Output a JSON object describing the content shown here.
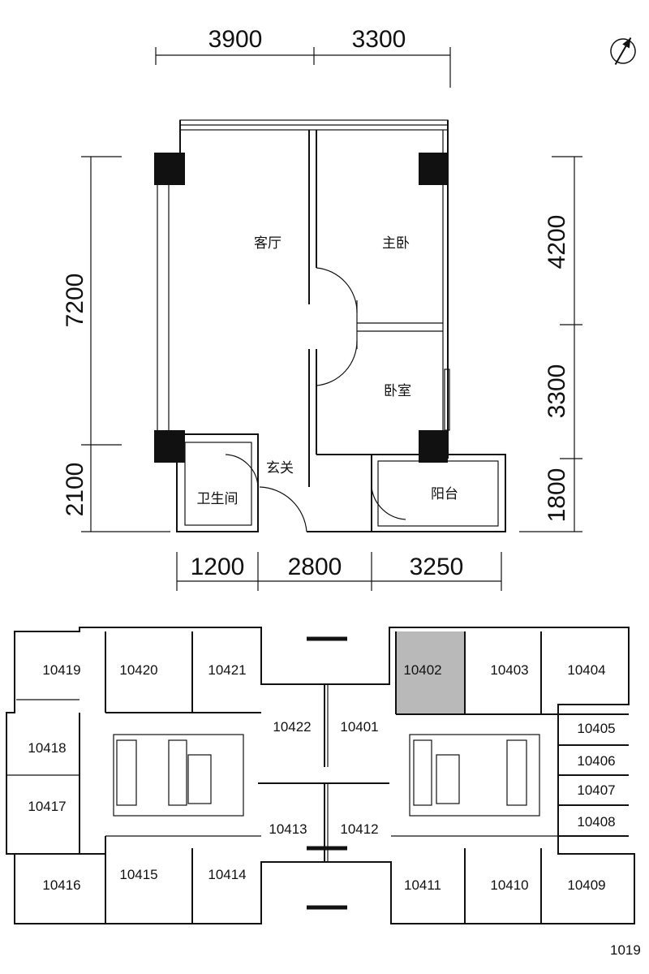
{
  "top_dimensions": [
    "3900",
    "3300"
  ],
  "left_dimensions": [
    "7200",
    "2100"
  ],
  "right_dimensions": [
    "4200",
    "3300",
    "1800"
  ],
  "bottom_dimensions": [
    "1200",
    "2800",
    "3250"
  ],
  "rooms": {
    "living_room": "客厅",
    "master_bedroom": "主卧",
    "bedroom": "卧室",
    "entrance": "玄关",
    "bathroom": "卫生间",
    "balcony": "阳台"
  },
  "units": {
    "u10419": "10419",
    "u10420": "10420",
    "u10421": "10421",
    "u10422": "10422",
    "u10401": "10401",
    "u10402": "10402",
    "u10403": "10403",
    "u10404": "10404",
    "u10405": "10405",
    "u10406": "10406",
    "u10407": "10407",
    "u10408": "10408",
    "u10418": "10418",
    "u10417": "10417",
    "u10413": "10413",
    "u10412": "10412",
    "u10416": "10416",
    "u10415": "10415",
    "u10414": "10414",
    "u10411": "10411",
    "u10410": "10410",
    "u10409": "10409"
  },
  "highlighted_unit": "10402",
  "highlight_color": "#b9b9b9",
  "corner_text": "1019",
  "north_icon": "north-arrow-icon"
}
